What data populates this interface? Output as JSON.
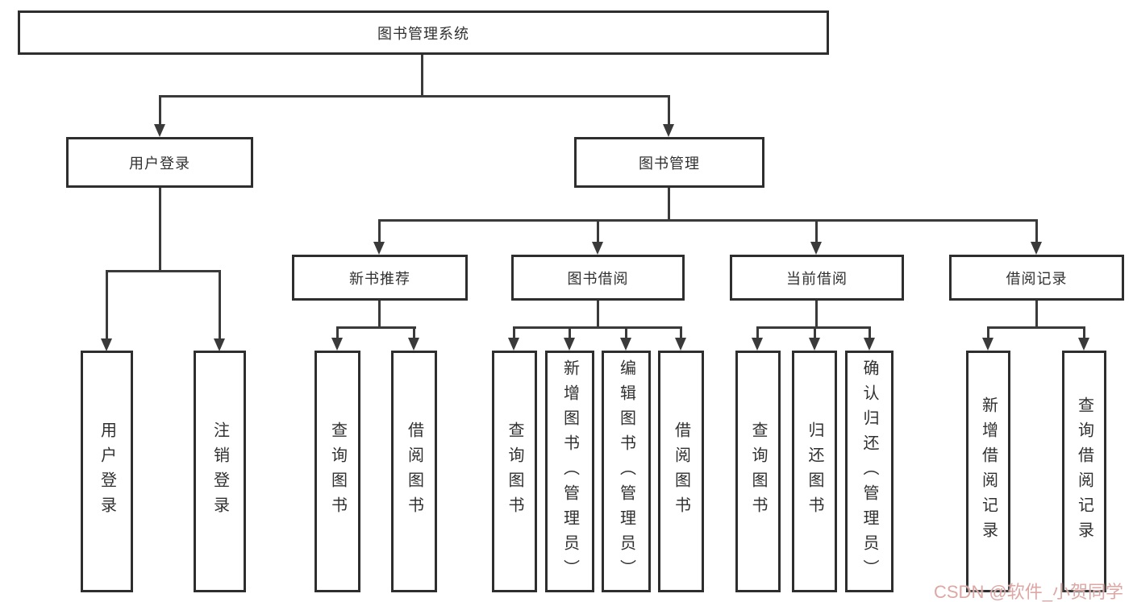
{
  "diagram": {
    "title": "图书管理系统",
    "level2": [
      "用户登录",
      "图书管理"
    ],
    "level3": [
      "新书推荐",
      "图书借阅",
      "当前借阅",
      "借阅记录"
    ],
    "leaves": {
      "user_login": [
        "用户登录",
        "注销登录"
      ],
      "new_book": [
        "查询图书",
        "借阅图书"
      ],
      "book_borrow": [
        "查询图书",
        "新增图书（管理员）",
        "编辑图书（管理员）",
        "借阅图书"
      ],
      "current_borrow": [
        "查询图书",
        "归还图书",
        "确认归还（管理员）"
      ],
      "records": [
        "新增借阅记录",
        "查询借阅记录"
      ]
    }
  },
  "watermark": {
    "text": "CSDN @软件_小贺同学",
    "color": "#dda7a4"
  },
  "colors": {
    "line": "#3a3a3a",
    "box_border": "#2e2e2e",
    "text": "#303030",
    "background": "#ffffff"
  }
}
